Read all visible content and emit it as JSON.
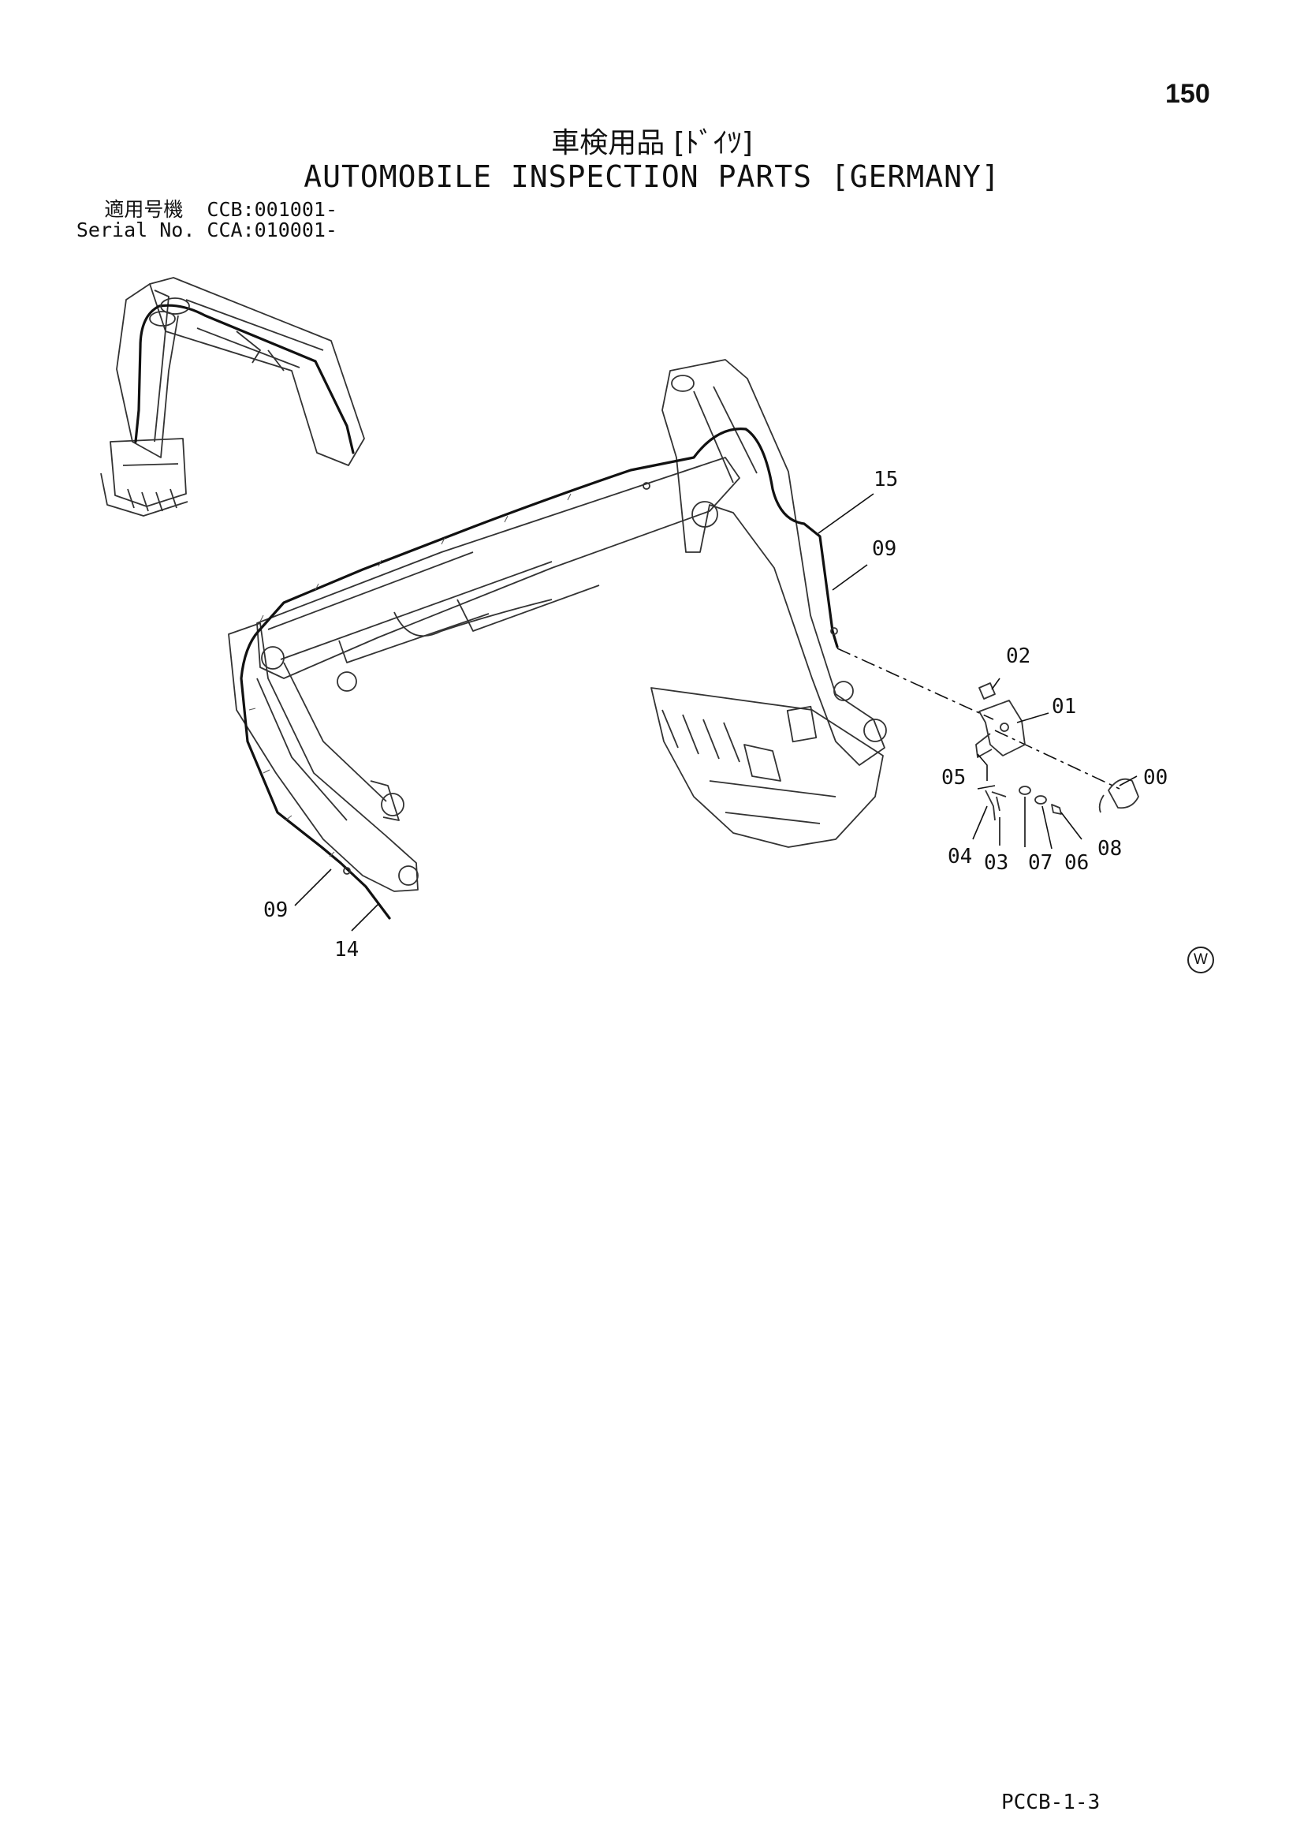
{
  "page_number": "150",
  "title_jp": "車検用品 [ﾄﾞｲﾂ]",
  "title_en": "AUTOMOBILE INSPECTION PARTS [GERMANY]",
  "serial": {
    "line1": "適用号機  CCB:001001-",
    "line2": "Serial No. CCA:010001-"
  },
  "callouts": [
    "15",
    "09",
    "02",
    "01",
    "05",
    "00",
    "04",
    "03",
    "07",
    "06",
    "08",
    "09",
    "14"
  ],
  "watermark_symbol": "W",
  "drawing_code": "PCCB-1-3"
}
